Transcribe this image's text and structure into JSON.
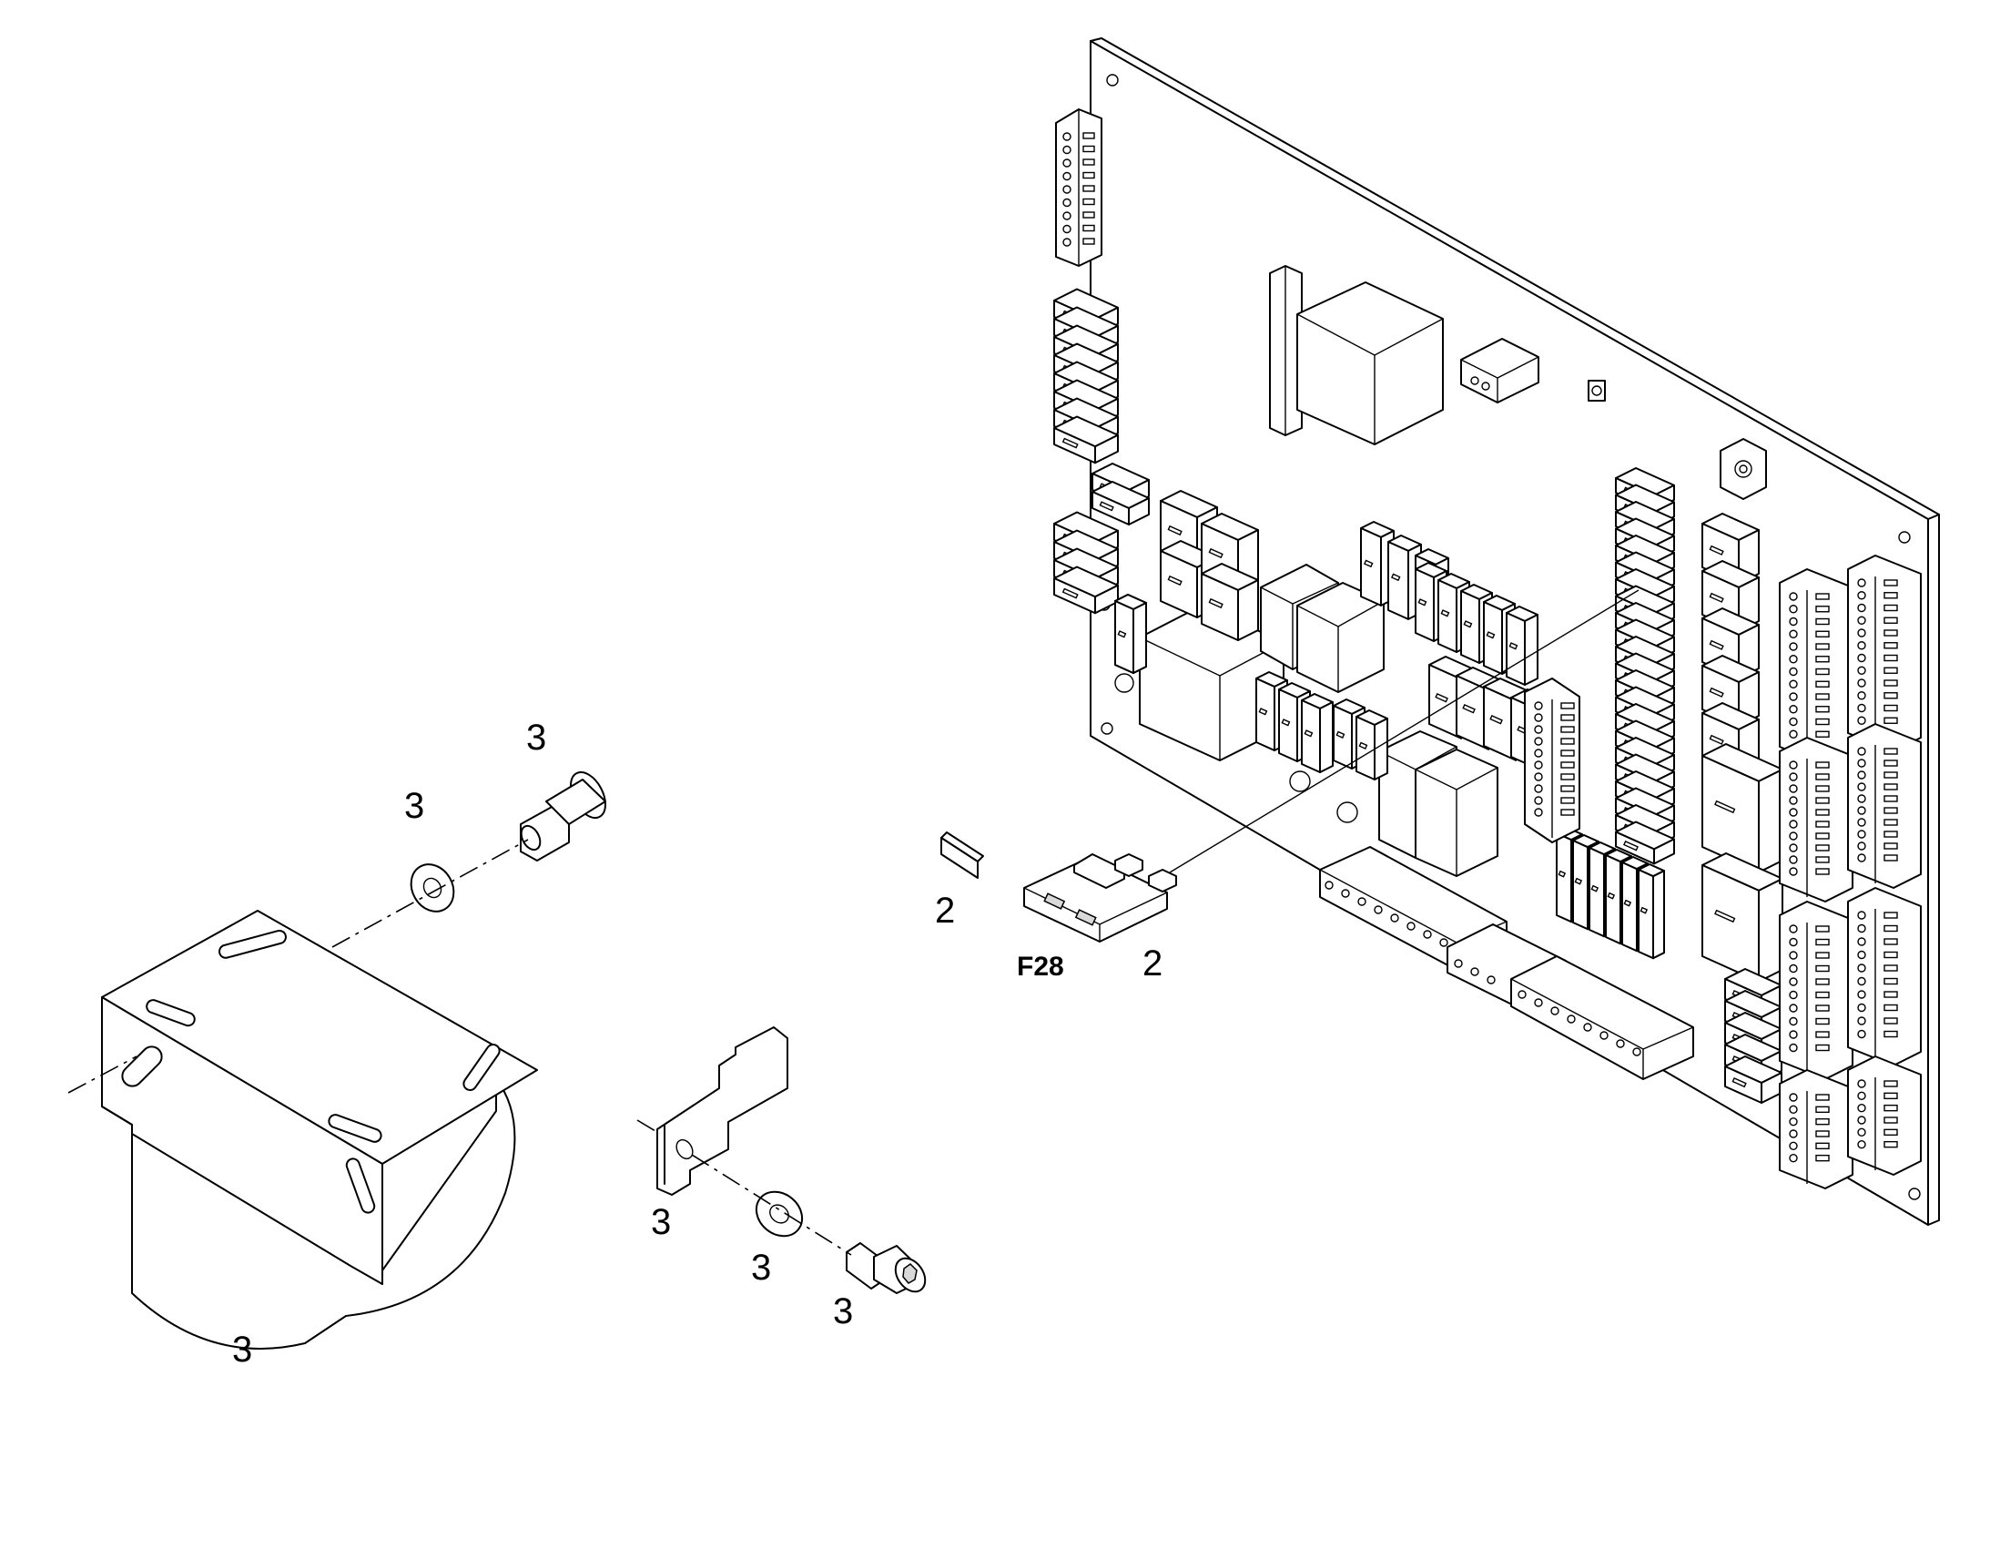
{
  "callouts": {
    "screw_top": "3",
    "washer_top": "3",
    "cover": "3",
    "bracket": "3",
    "washer_bottom": "3",
    "screw_bottom": "3",
    "fuse_label_small": "2",
    "fuse": "2"
  },
  "labels": {
    "fuse_designator": "F28"
  },
  "colors": {
    "line": "#000000",
    "background": "#ffffff",
    "shade": "#d9d9d9"
  }
}
